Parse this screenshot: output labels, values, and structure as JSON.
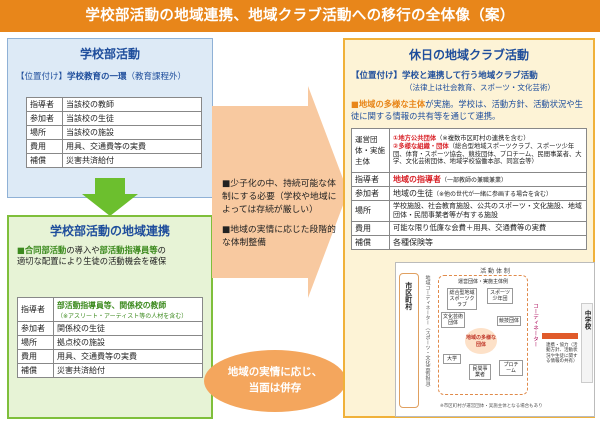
{
  "title": "学校部活動の地域連携、地域クラブ活動への移行の全体像（案）",
  "left_top": {
    "heading": "学校部活動",
    "position_label": "【位置付け】",
    "position_value": "学校教育の一環",
    "position_sub": "（教育課程外）",
    "rows": [
      {
        "k": "指導者",
        "v": "当該校の教師"
      },
      {
        "k": "参加者",
        "v": "当該校の生徒"
      },
      {
        "k": "場所",
        "v": "当該校の施設"
      },
      {
        "k": "費用",
        "v": "用具、交通費等の実費"
      },
      {
        "k": "補償",
        "v": "災害共済給付"
      }
    ]
  },
  "left_bottom": {
    "heading": "学校部活動の地域連携",
    "note_prefix": "■",
    "note_c1": "合同部活動",
    "note_mid": "の導入や",
    "note_c2": "部活動指導員等",
    "note_mid2": "の",
    "note_rest": "適切な配置により生徒の活動機会を確保",
    "coach_main": "部活動指導員等、関係校の教師",
    "coach_sub": "（※アスリート・アーティスト等の人材を含む）",
    "rows": [
      {
        "k": "指導者",
        "v": ""
      },
      {
        "k": "参加者",
        "v": "関係校の生徒"
      },
      {
        "k": "場所",
        "v": "拠点校の施設"
      },
      {
        "k": "費用",
        "v": "用具、交通費等の実費"
      },
      {
        "k": "補償",
        "v": "災害共済給付"
      }
    ]
  },
  "middle": {
    "p1": "■少子化の中、持続可能な体制にする必要（学校や地域によっては存続が厳しい）",
    "p2": "■地域の実情に応じた段階的な体制整備",
    "oval_l1": "地域の実情に応じ、",
    "oval_l2": "当面は併存"
  },
  "right": {
    "heading": "休日の地域クラブ活動",
    "position_label": "【位置付け】",
    "position_value": "学校と連携して行う地域クラブ活動",
    "position_sub": "（法律上は社会教育、スポーツ・文化芸術）",
    "note_prefix": "■",
    "note_c": "地域の多様な主体",
    "note_rest": "が実施。学校は、活動方針、活動状況や生徒に関する情報の共有等を通じて連携。",
    "operator_k": "運営団体・実施主体",
    "op1_title": "①地方公共団体",
    "op1_sub": "（※複数市区町村の連携を含む）",
    "op2_title": "②多様な組織・団体",
    "op2_sub": "（総合型地域スポーツクラブ、スポーツ少年団、体育・スポーツ協会、競技団体、プロチーム、民間事業者、大学、文化芸術団体、地域学校協働本部、同窓会等）",
    "rows": [
      {
        "k": "指導者",
        "v1": "地域の指導者",
        "v2": "（一部教師の兼職兼業）"
      },
      {
        "k": "参加者",
        "v1": "地域の生徒",
        "v2": "（※他の世代が一緒に参画する場合を含む）"
      },
      {
        "k": "場所",
        "v1": "学校施設、社会教育施設、公共のスポーツ・文化施設、地域団体・民間事業者等が有する施設",
        "v2": ""
      },
      {
        "k": "費用",
        "v1": "可能な限り低廉な会費＋用具、交通費等の実費",
        "v2": ""
      },
      {
        "k": "補償",
        "v1": "各種保険等",
        "v2": ""
      }
    ],
    "diagram": {
      "title": "活 動 体 制",
      "city": "市区町村",
      "coordinator_left": "地域コーディネーター（スポーツ・文化芸術担当）",
      "inner_title": "運営団体・実施主体例",
      "boxes": [
        "総合型地域スポーツクラブ",
        "スポーツ少年団",
        "文化芸術団体",
        "競技団体",
        "大学",
        "民間事業者",
        "プロチーム",
        "地域の多様な団体"
      ],
      "coordinator_right": "コーディネーター",
      "school": "中学校",
      "school_note": "連携・協力（活動方針、活動状況や生徒に関する情報の共有）",
      "footnote": "※市区町村が運営団体・実施主体となる場合もあり"
    }
  }
}
